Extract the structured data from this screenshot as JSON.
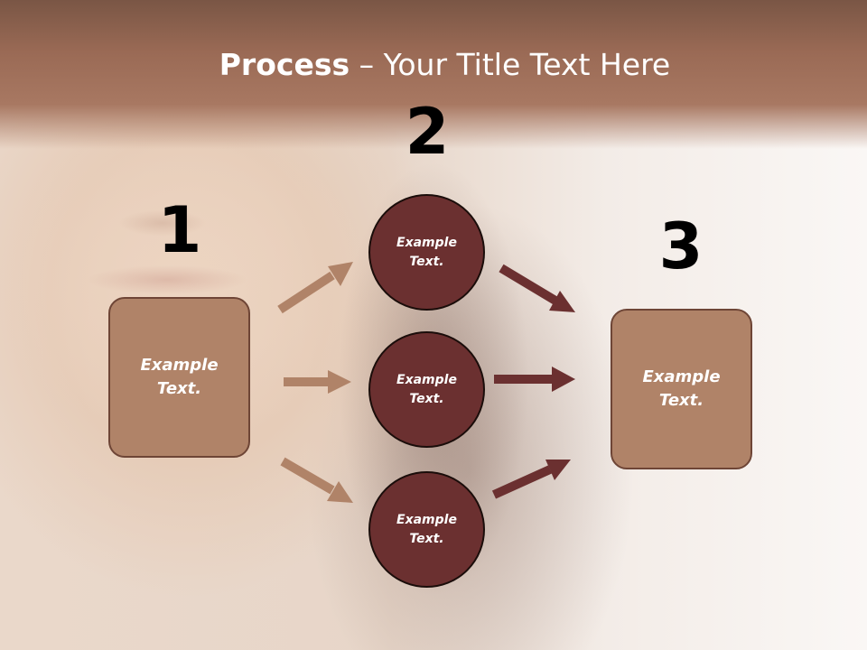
{
  "title": {
    "bold": "Process",
    "rest": " – Your Title Text Here"
  },
  "colors": {
    "header": "#a87862",
    "box_fill": "#b08368",
    "circle_fill": "#6b3030",
    "arrow_left": "#b08368",
    "arrow_right": "#6b3030"
  },
  "steps": {
    "one": "1",
    "two": "2",
    "three": "3"
  },
  "left_box": {
    "text": "Example\nText."
  },
  "circles": [
    {
      "text": "Example\nText."
    },
    {
      "text": "Example\nText."
    },
    {
      "text": "Example\nText."
    }
  ],
  "right_box": {
    "text": "Example\nText."
  }
}
